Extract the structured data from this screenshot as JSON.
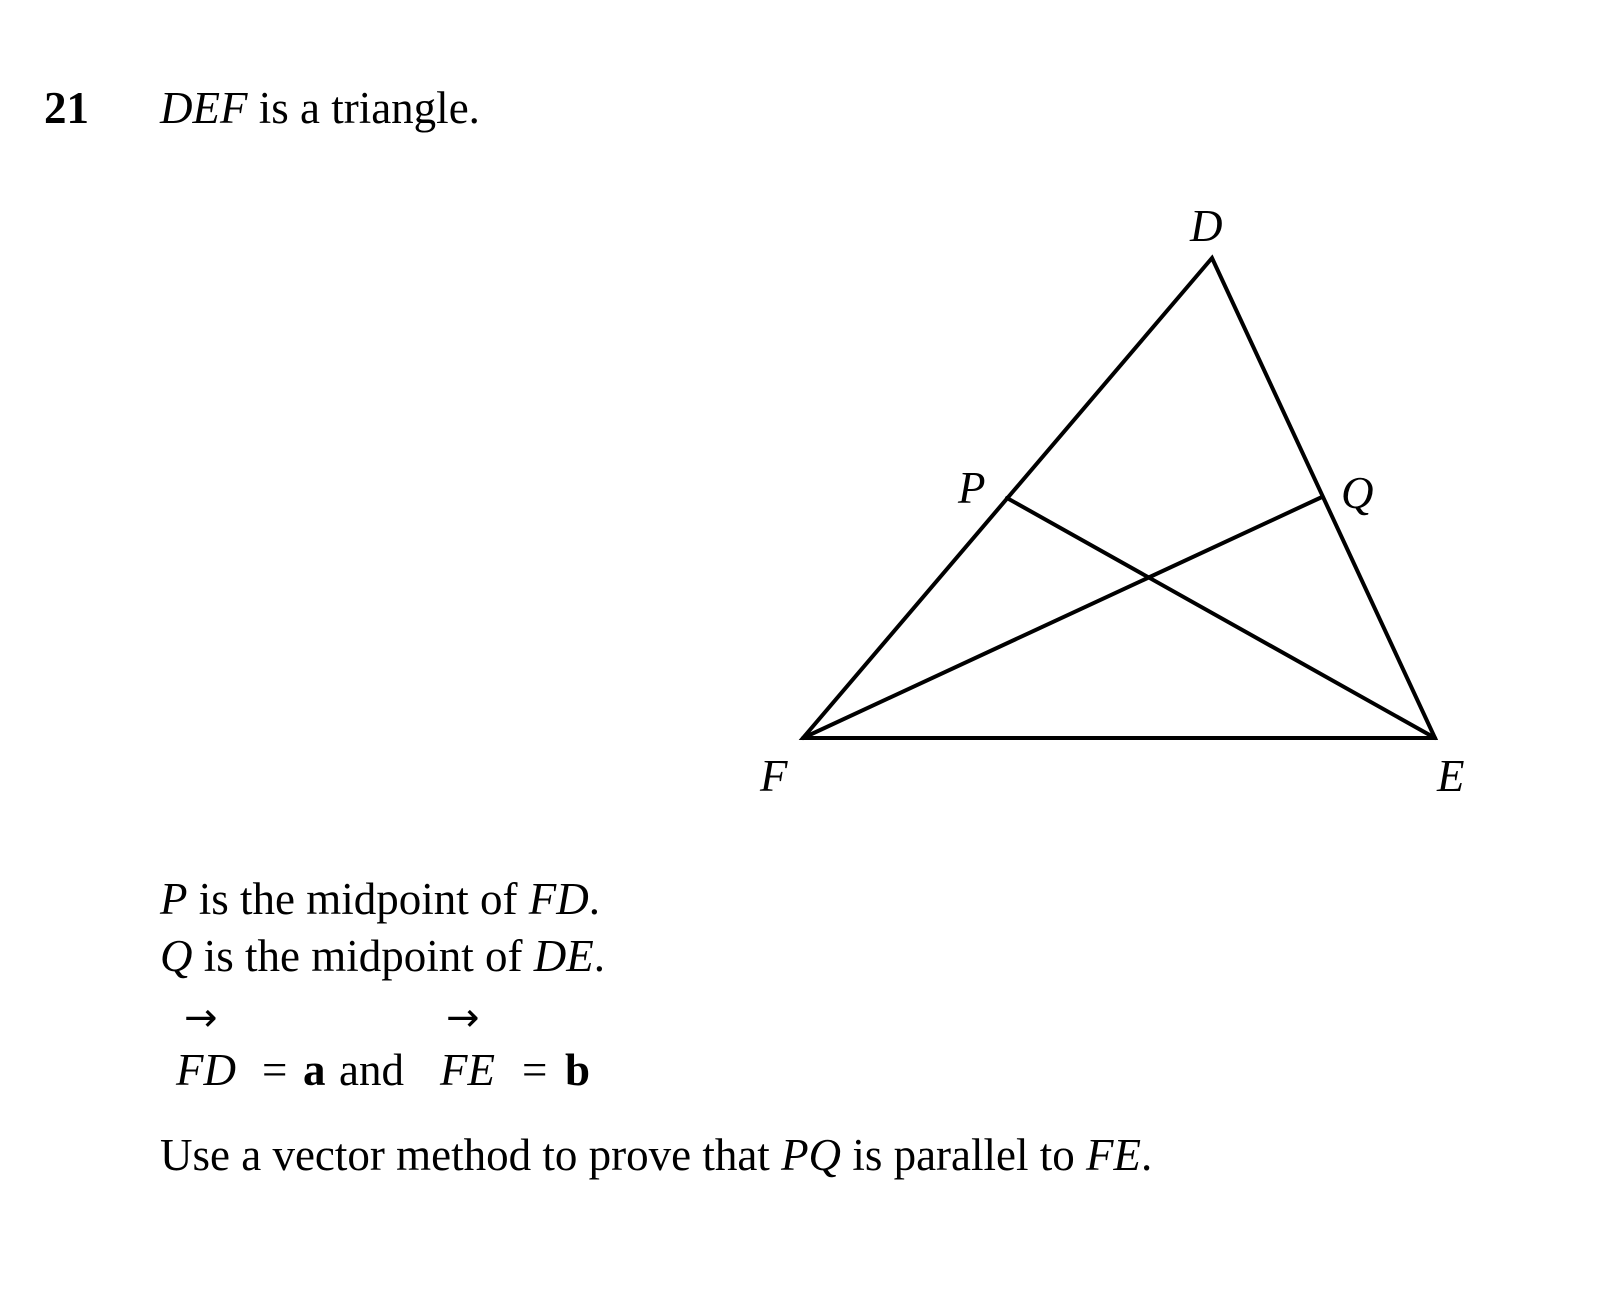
{
  "question": {
    "number": "21",
    "intro_italic": "DEF",
    "intro_rest": " is a triangle."
  },
  "diagram": {
    "vertex_labels": {
      "D": "D",
      "E": "E",
      "F": "F",
      "P": "P",
      "Q": "Q"
    }
  },
  "statements": {
    "line1": {
      "point": "P",
      "text": " is the midpoint of ",
      "segment": "FD",
      "end": "."
    },
    "line2": {
      "point": "Q",
      "text": " is the midpoint of ",
      "segment": "DE",
      "end": "."
    }
  },
  "vectors": {
    "arrow_symbol": "→",
    "v1_name": "FD",
    "equals": "=",
    "v1_value": "a",
    "joiner": "and",
    "v2_name": "FE",
    "v2_value": "b"
  },
  "task": {
    "text_before": "Use a vector method to prove that ",
    "seg1": "PQ",
    "text_middle": " is parallel to ",
    "seg2": "FE",
    "end": "."
  }
}
